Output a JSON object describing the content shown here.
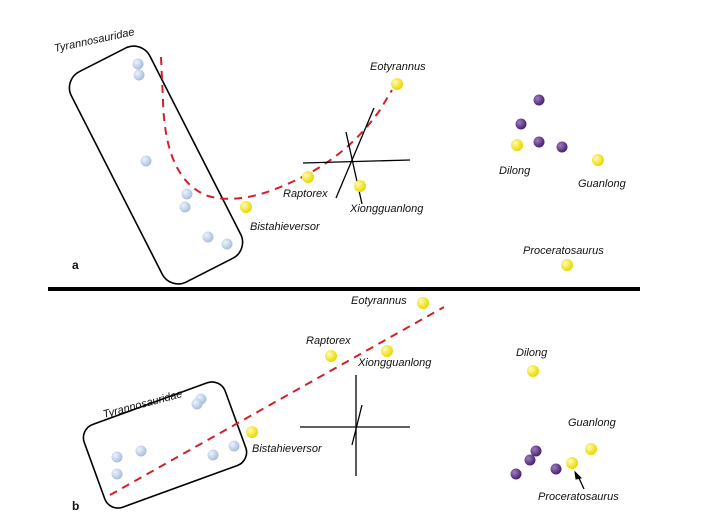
{
  "colors": {
    "tyrannosaurid": "#b4c8e4",
    "basal": "#f2e600",
    "outgroup": "#5a2d82",
    "trend_line": "#d0212a",
    "ink": "#000000"
  },
  "panel_a": {
    "letter": "a",
    "group_label": "Tyrannosauridae",
    "taxa": {
      "eotyrannus": "Eotyrannus",
      "raptorex": "Raptorex",
      "xiongguanlong": "Xiongguanlong",
      "bistahieversor": "Bistahieversor",
      "dilong": "Dilong",
      "guanlong": "Guanlong",
      "proceratosaurus": "Proceratosaurus"
    }
  },
  "panel_b": {
    "letter": "b",
    "group_label": "Tyrannosauridae",
    "taxa": {
      "eotyrannus": "Eotyrannus",
      "raptorex": "Raptorex",
      "xiongguanlong": "Xiongguanlong",
      "bistahieversor": "Bistahieversor",
      "dilong": "Dilong",
      "guanlong": "Guanlong",
      "proceratosaurus": "Proceratosaurus"
    }
  }
}
